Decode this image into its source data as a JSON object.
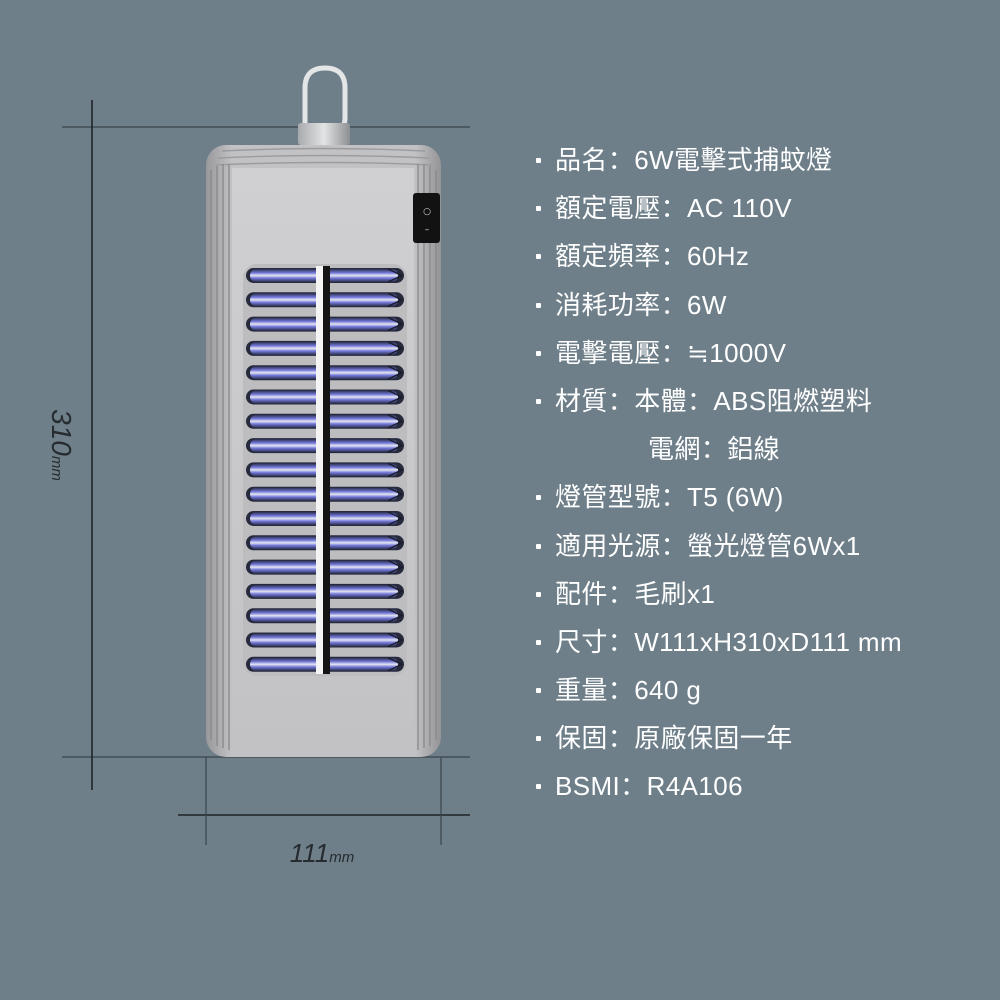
{
  "colors": {
    "background": "#6e7f8a",
    "text": "#ffffff",
    "dimension": "#262b2f",
    "body": "#c4c4c6",
    "lamp_glow": "#7b80ea"
  },
  "dimensions": {
    "height_value": "310",
    "height_unit": "mm",
    "width_value": "111",
    "width_unit": "mm"
  },
  "switch": {
    "mark_top": "○",
    "mark_bottom": "–"
  },
  "specs": [
    {
      "text": "品名：6W電擊式捕蚊燈",
      "bullet": true
    },
    {
      "text": "額定電壓：AC 110V",
      "bullet": true
    },
    {
      "text": "額定頻率：60Hz",
      "bullet": true
    },
    {
      "text": "消耗功率：6W",
      "bullet": true
    },
    {
      "text": "電擊電壓：≒1000V",
      "bullet": true
    },
    {
      "text": "材質：本體：ABS阻燃塑料",
      "bullet": true
    },
    {
      "text": "電網：鋁線",
      "bullet": false
    },
    {
      "text": "燈管型號：T5 (6W)",
      "bullet": true
    },
    {
      "text": "適用光源：螢光燈管6Wx1",
      "bullet": true
    },
    {
      "text": "配件：毛刷x1",
      "bullet": true
    },
    {
      "text": "尺寸：W111xH310xD111 mm",
      "bullet": true
    },
    {
      "text": "重量：640 g",
      "bullet": true
    },
    {
      "text": "保固：原廠保固一年",
      "bullet": true
    },
    {
      "text": "BSMI：R4A106",
      "bullet": true
    }
  ]
}
